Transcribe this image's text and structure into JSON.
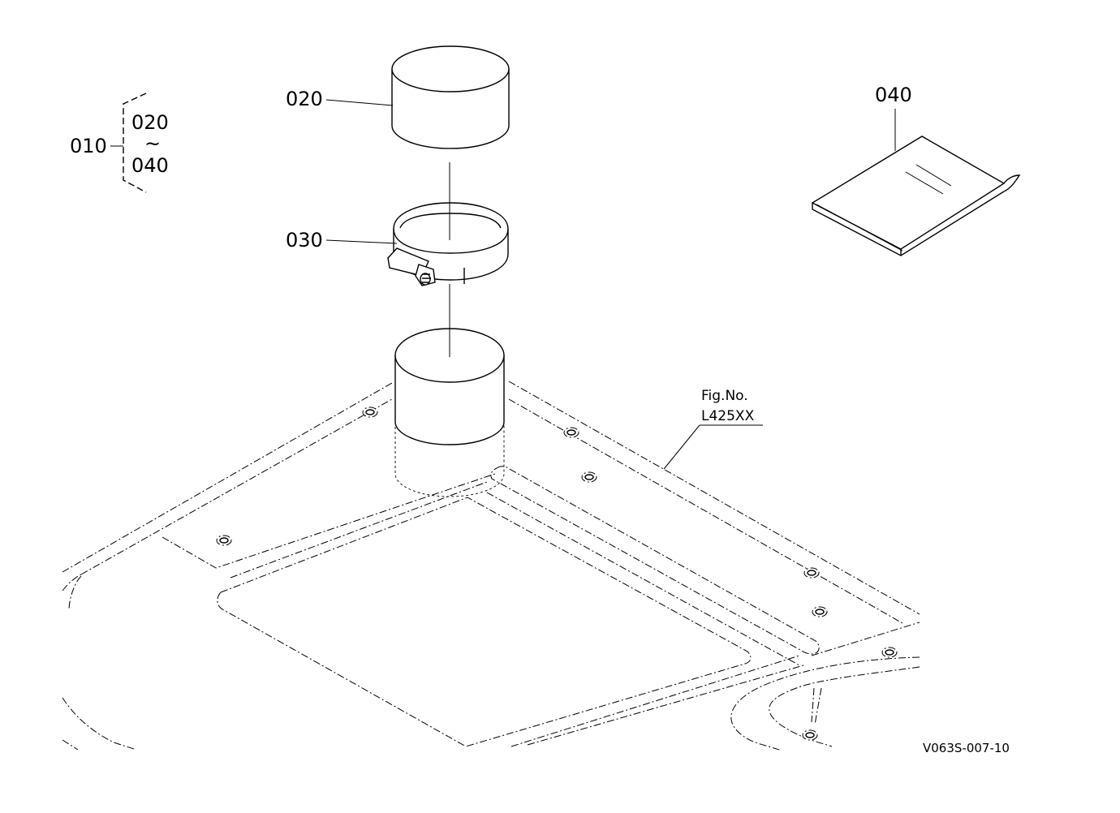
{
  "callouts": {
    "assembly": "010",
    "range_start": "020",
    "range_sep": "~",
    "range_end": "040",
    "cap": "020",
    "clamp": "030",
    "manual": "040"
  },
  "figure_ref": {
    "prefix": "Fig.No.",
    "number": "L425XX"
  },
  "drawing_code": "V063S-007-10"
}
